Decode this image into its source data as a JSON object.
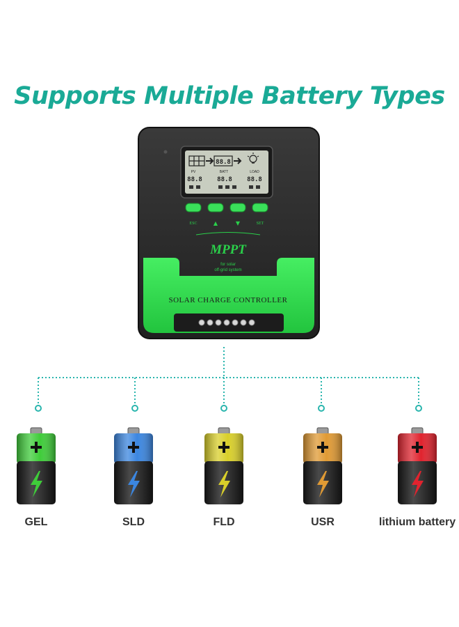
{
  "headline": "Supports Multiple Battery Types",
  "controller": {
    "lcd": {
      "top_digits": "88.8",
      "row_labels": [
        "PV",
        "BATT",
        "LOAD"
      ],
      "row_digits": [
        "88.8",
        "88.8",
        "88.8"
      ]
    },
    "buttons": [
      "ESC",
      "▲",
      "▼",
      "SET"
    ],
    "logo": "MPPT",
    "tagline_1": "for solar",
    "tagline_2": "off-grid system",
    "panel_label": "SOLAR CHARGE CONTROLLER"
  },
  "batteries": [
    {
      "label": "GEL",
      "color": "#3fcc3a"
    },
    {
      "label": "SLD",
      "color": "#3b86e0"
    },
    {
      "label": "FLD",
      "color": "#d9cf2a"
    },
    {
      "label": "USR",
      "color": "#e09a34"
    },
    {
      "label": "lithium battery",
      "color": "#e0232e"
    }
  ],
  "colors": {
    "accent": "#1aaa96",
    "device_body": "#2c2c2c",
    "device_green": "#3ae05a",
    "lcd": "#c8cdc0"
  }
}
